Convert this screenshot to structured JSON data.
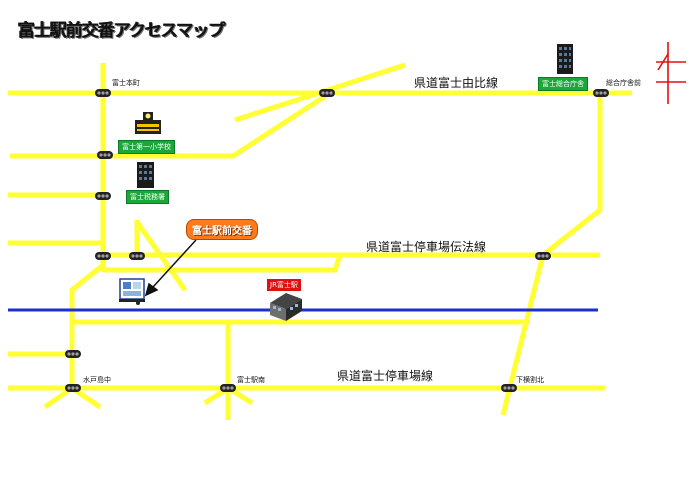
{
  "title": "富士駅前交番アクセスマップ",
  "roads": {
    "yui_line": "県道富士由比線",
    "densho_line": "県道富士停車場伝法線",
    "station_line": "県道富士停車場線"
  },
  "signals": {
    "fuji_honcho": "富士本町",
    "sogo_chosha_mae": "総合庁舎前",
    "mitobashi_naka": "水戸島中",
    "fuji_ekiminami": "富士駅南",
    "shimoyokowari_kita": "下横割北"
  },
  "landmarks": {
    "sogo_chosha": "富士総合庁舎",
    "daiichi_school": "富士第一小学校",
    "zeimusho": "富士税務署",
    "jr_fuji": "JR富士駅"
  },
  "koban_label": "富士駅前交番",
  "colors": {
    "road": "#ffff33",
    "rail": "#1a2fd6",
    "signal": "#222222",
    "north_arrow": "#e01010"
  },
  "icons": {
    "north": "north-arrow-icon",
    "signal": "traffic-signal-icon",
    "building": "building-icon",
    "school": "school-icon",
    "station": "train-station-icon",
    "koban": "police-box-icon"
  }
}
